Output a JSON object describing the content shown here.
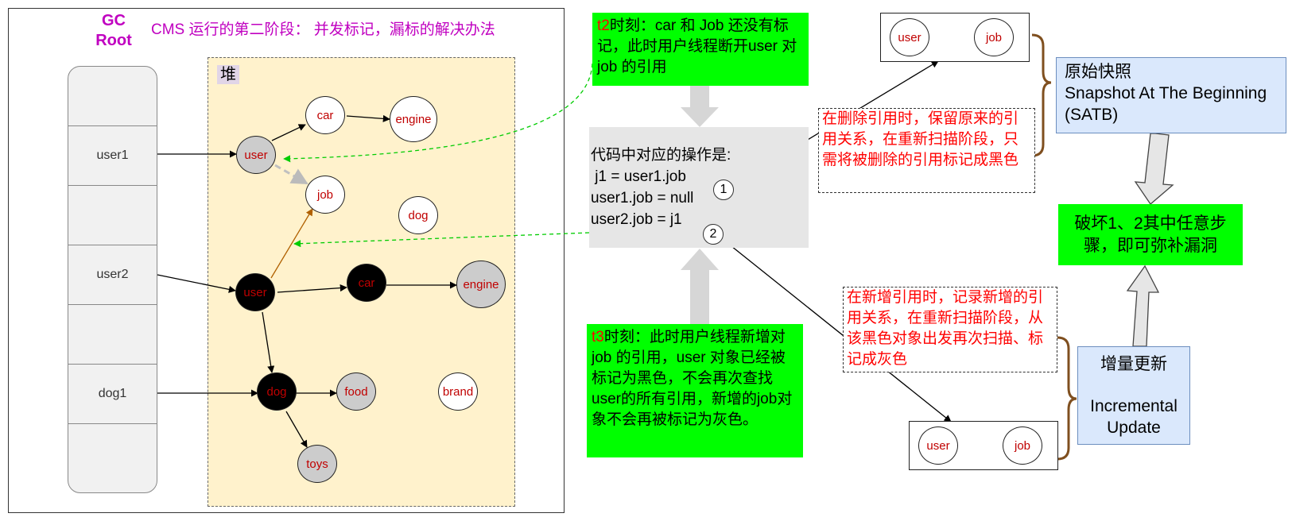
{
  "diagram": {
    "gc_root": "GC Root",
    "title": "CMS 运行的第二阶段： 并发标记，漏标的解决办法",
    "heap_label": "堆",
    "stack": {
      "cells": [
        "",
        "user1",
        "",
        "user2",
        "",
        "dog1",
        ""
      ]
    },
    "heap_nodes": {
      "user1": {
        "label": "user",
        "color": "gray"
      },
      "car1": {
        "label": "car",
        "color": "white"
      },
      "engine1": {
        "label": "engine",
        "color": "white"
      },
      "job": {
        "label": "job",
        "color": "white"
      },
      "dog_white": {
        "label": "dog",
        "color": "white"
      },
      "user2": {
        "label": "user",
        "color": "black"
      },
      "car2": {
        "label": "car",
        "color": "black"
      },
      "engine2": {
        "label": "engine",
        "color": "gray"
      },
      "dog_black": {
        "label": "dog",
        "color": "black"
      },
      "food": {
        "label": "food",
        "color": "gray"
      },
      "brand": {
        "label": "brand",
        "color": "white"
      },
      "toys": {
        "label": "toys",
        "color": "gray"
      }
    },
    "t2_note": {
      "prefix": "t2",
      "text": "时刻：car 和 Job 还没有标记，此时用户线程断开user 对job 的引用"
    },
    "code_box": {
      "lines": [
        "代码中对应的操作是:",
        " j1 = user1.job",
        "user1.job = null",
        "user2.job = j1"
      ]
    },
    "t3_note": {
      "prefix": "t3",
      "text": "时刻：此时用户线程新增对 job 的引用，user 对象已经被标记为黑色，不会再次查找 user的所有引用，新增的job对象不会再被标记为灰色。"
    },
    "badges": [
      "1",
      "2"
    ],
    "note_delete": "在删除引用时，保留原来的引用关系，在重新扫描阶段，只需将被删除的引用标记成黑色",
    "note_add": "在新增引用时，记录新增的引用关系，在重新扫描阶段，从该黑色对象出发再次扫描、标记成灰色",
    "mini_graph_top": {
      "from": "user",
      "to": "job"
    },
    "mini_graph_bottom": {
      "from": "user",
      "to": "job"
    },
    "satb_box": {
      "lines": [
        "原始快照",
        "Snapshot At The Beginning",
        "(SATB)"
      ]
    },
    "incremental_box": {
      "lines": [
        "增量更新",
        "Incremental",
        "Update"
      ]
    },
    "result_box": "破坏1、2其中任意步骤，即可弥补漏洞",
    "colors": {
      "title": "#c000c0",
      "heap_bg": "#fff2cc",
      "green_note": "#00ff00",
      "node_text": "#c00000",
      "note_text": "#ff0000",
      "blue_box": "#dae8fc",
      "brace": "#7f4f1f"
    }
  }
}
